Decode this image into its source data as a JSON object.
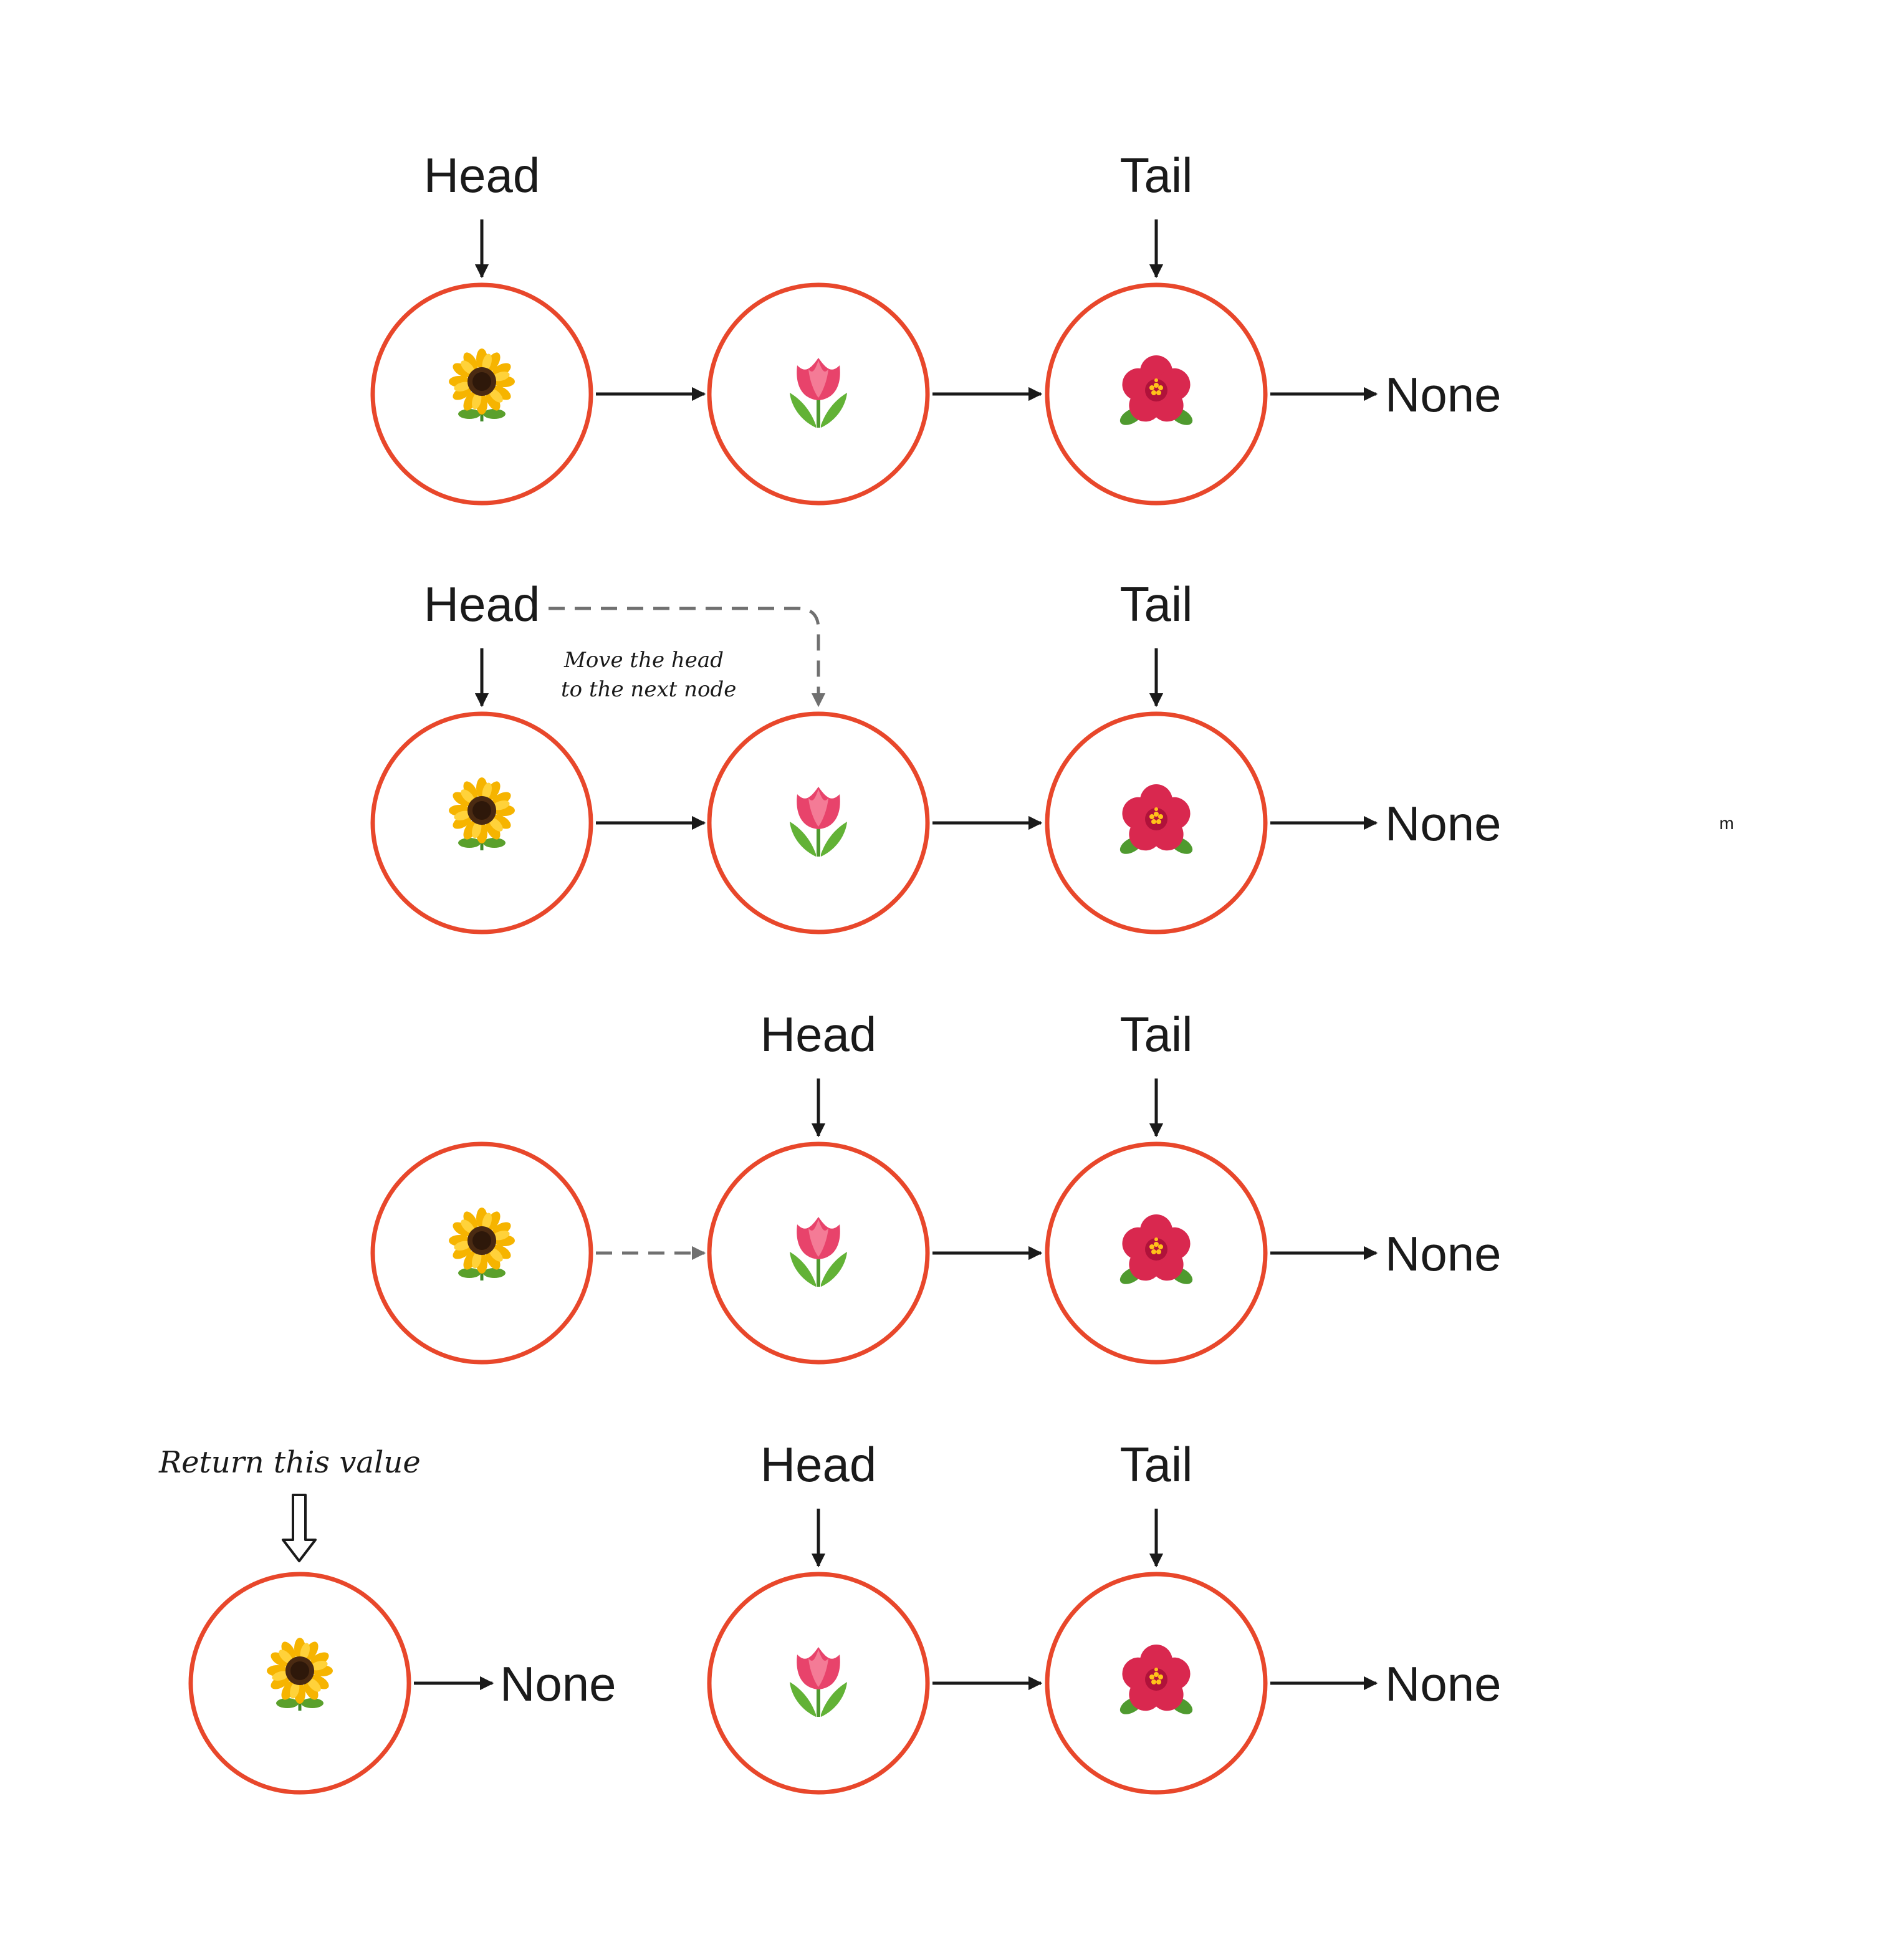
{
  "labels": {
    "head": "Head",
    "tail": "Tail",
    "none": "None",
    "move_note_line1": "Move the head",
    "move_note_line2": "to the next node",
    "return_note": "Return this value",
    "stray_mark": "m"
  },
  "nodes": {
    "sunflower": "sunflower-icon",
    "tulip": "tulip-icon",
    "hibiscus": "hibiscus-icon"
  },
  "colors": {
    "node_border": "#e8472b",
    "arrow": "#1a1a1a",
    "dashed_arrow": "#707070"
  }
}
